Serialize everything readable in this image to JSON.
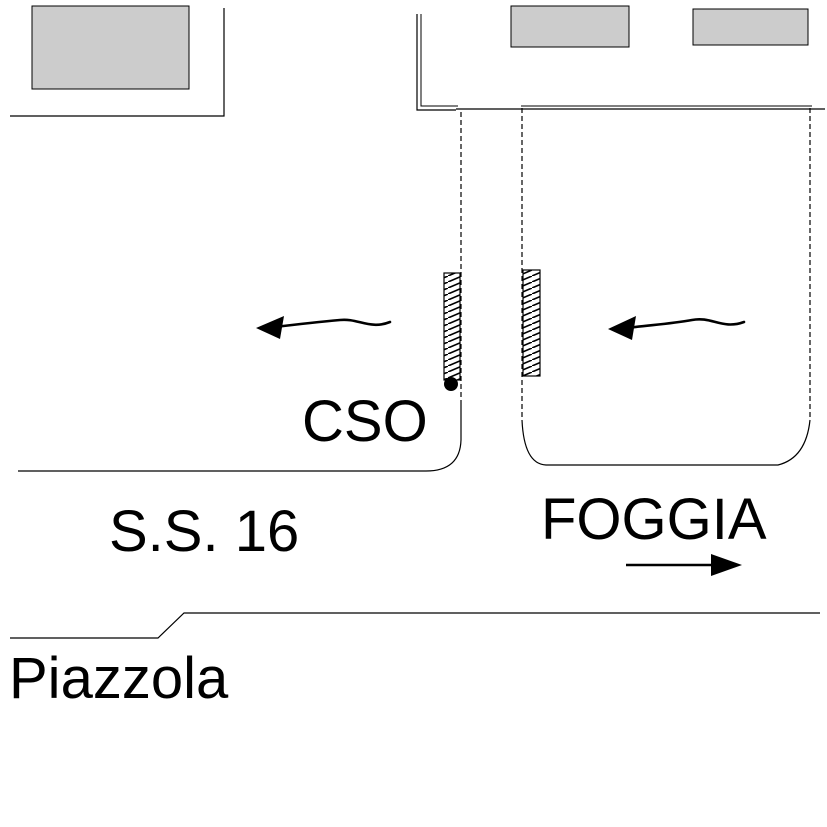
{
  "labels": {
    "cso": "CSO",
    "road": "S.S. 16",
    "direction": "FOGGIA",
    "layby": "Piazzola"
  },
  "colors": {
    "building_fill": "#cccccc",
    "line": "#000000",
    "background": "#ffffff"
  },
  "icons": {
    "flow_arrow": "wavy-arrow-left",
    "direction_arrow": "arrow-right"
  }
}
